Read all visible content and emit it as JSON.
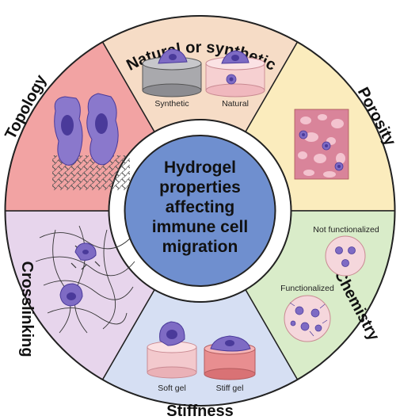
{
  "center": {
    "lines": [
      "Hydrogel",
      "properties",
      "affecting",
      "immune cell",
      "migration"
    ],
    "color": "#6f8fcf"
  },
  "segments": [
    {
      "key": "natural",
      "label": "Natural or synthetic",
      "color": "#f6dcc6",
      "sublabels": [
        "Synthetic",
        "Natural"
      ]
    },
    {
      "key": "porosity",
      "label": "Porosity",
      "color": "#fbecbd"
    },
    {
      "key": "chemistry",
      "label": "Chemistry",
      "color": "#d9ecc9",
      "sublabels": [
        "Not functionalized",
        "Functionalized"
      ]
    },
    {
      "key": "stiffness",
      "label": "Stiffness",
      "color": "#d6dff3",
      "sublabels": [
        "Soft gel",
        "Stiff gel"
      ]
    },
    {
      "key": "crosslinking",
      "label": "Crosslinking",
      "color": "#e7d5ec"
    },
    {
      "key": "topology",
      "label": "Topology",
      "color": "#f2a3a3"
    }
  ],
  "colors": {
    "cell": "#7e6bc4",
    "nucleus": "#4a3a9a",
    "ring_outline": "#222222"
  }
}
